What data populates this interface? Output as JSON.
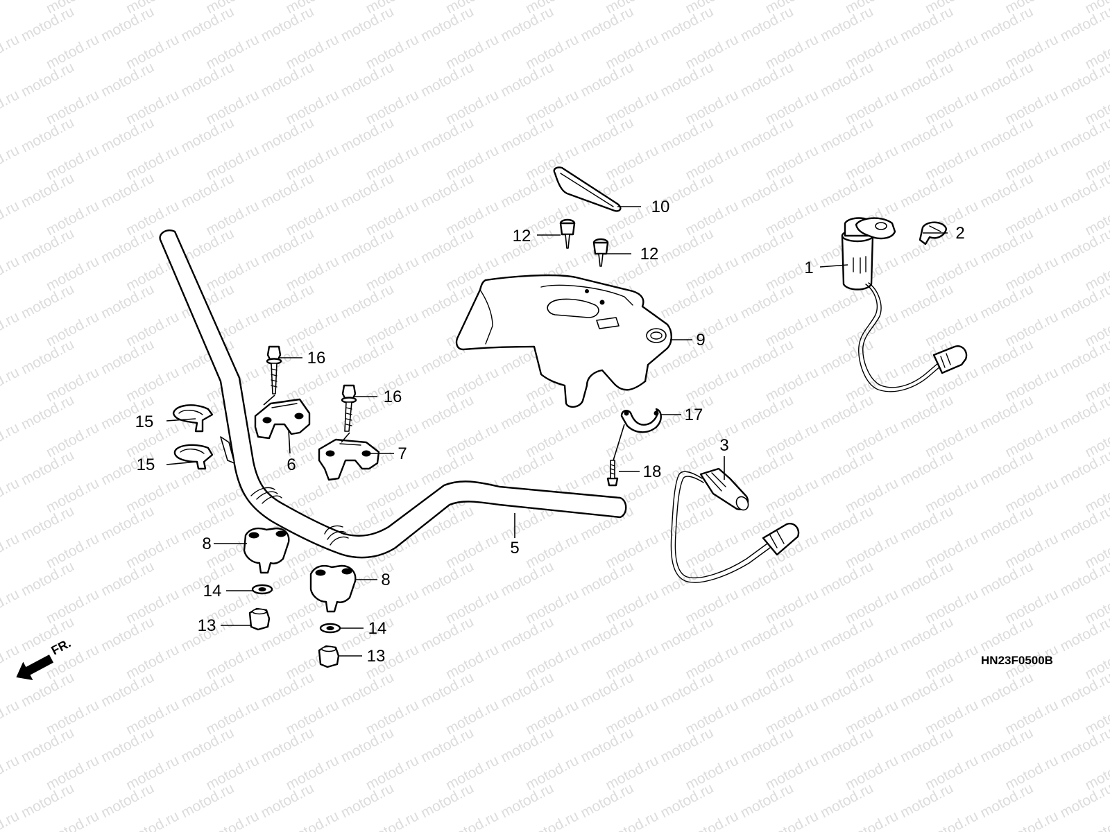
{
  "watermark": {
    "text": "motod.ru",
    "color": "#dcdcdc"
  },
  "diagram_code": "HN23F0500B",
  "direction_indicator": {
    "label": "FR.",
    "icon": "front-direction-arrow-icon"
  },
  "callouts": [
    {
      "id": "c1",
      "number": "1",
      "part": "ignition-switch"
    },
    {
      "id": "c2",
      "number": "2",
      "part": "ignition-key"
    },
    {
      "id": "c3",
      "number": "3",
      "part": "wire-harness-connector"
    },
    {
      "id": "c5",
      "number": "5",
      "part": "handlebar"
    },
    {
      "id": "c6",
      "number": "6",
      "part": "upper-holder"
    },
    {
      "id": "c7",
      "number": "7",
      "part": "upper-holder"
    },
    {
      "id": "c8a",
      "number": "8",
      "part": "lower-holder"
    },
    {
      "id": "c8b",
      "number": "8",
      "part": "lower-holder"
    },
    {
      "id": "c9",
      "number": "9",
      "part": "handlebar-cover"
    },
    {
      "id": "c10",
      "number": "10",
      "part": "cover-strip"
    },
    {
      "id": "c12a",
      "number": "12",
      "part": "screw"
    },
    {
      "id": "c12b",
      "number": "12",
      "part": "screw"
    },
    {
      "id": "c13a",
      "number": "13",
      "part": "nut"
    },
    {
      "id": "c13b",
      "number": "13",
      "part": "nut"
    },
    {
      "id": "c14a",
      "number": "14",
      "part": "washer"
    },
    {
      "id": "c14b",
      "number": "14",
      "part": "washer"
    },
    {
      "id": "c15a",
      "number": "15",
      "part": "cable-clamp"
    },
    {
      "id": "c15b",
      "number": "15",
      "part": "cable-clamp"
    },
    {
      "id": "c16a",
      "number": "16",
      "part": "flange-bolt"
    },
    {
      "id": "c16b",
      "number": "16",
      "part": "flange-bolt"
    },
    {
      "id": "c17",
      "number": "17",
      "part": "wire-band"
    },
    {
      "id": "c18",
      "number": "18",
      "part": "tapping-screw"
    }
  ]
}
